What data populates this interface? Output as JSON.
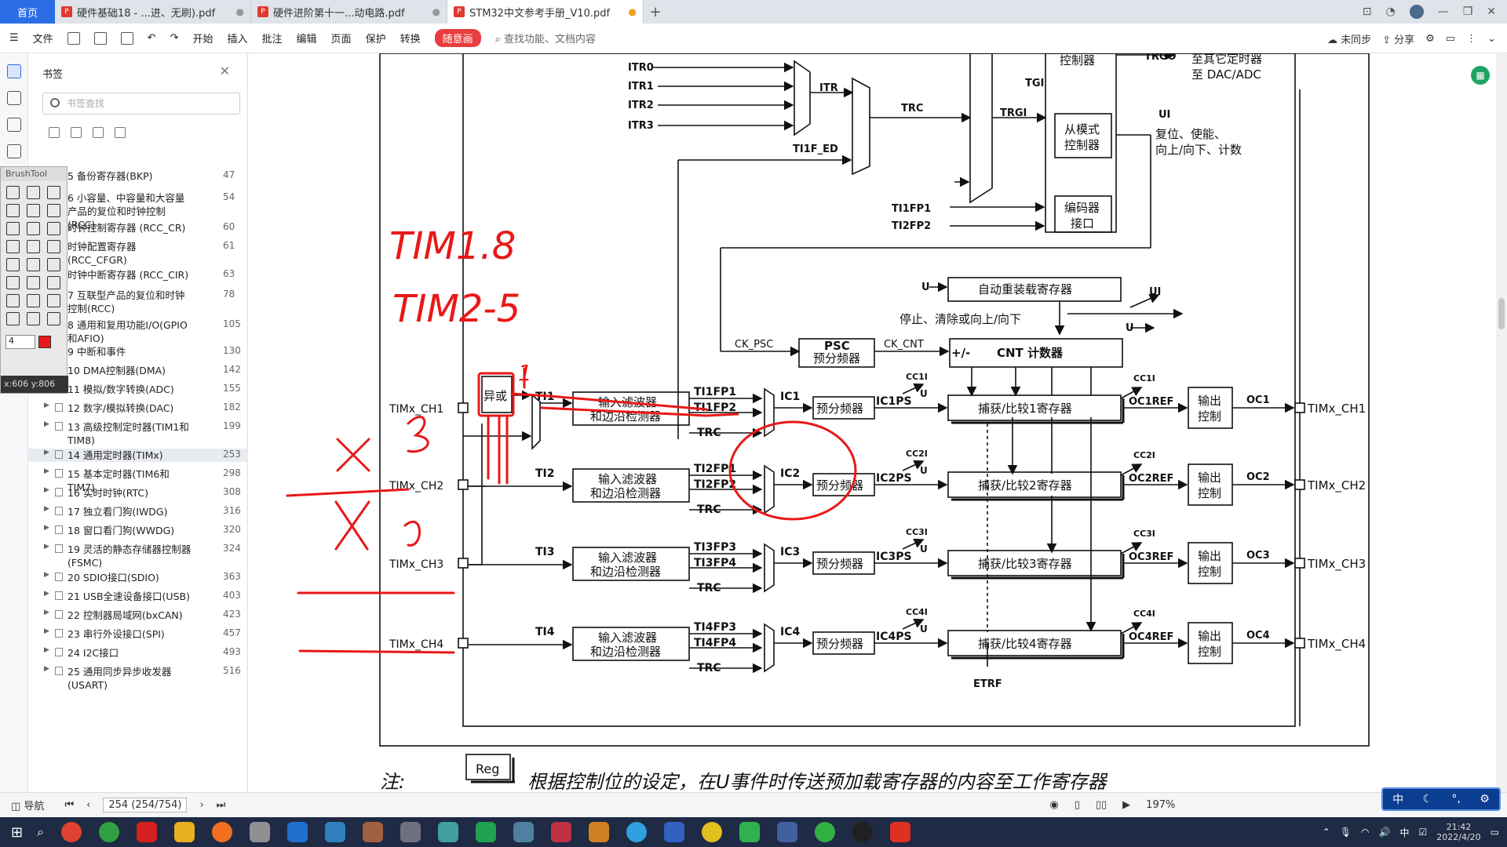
{
  "tabs": {
    "home": "首页",
    "items": [
      {
        "label": "硬件基础18 - ...进、无刷).pdf"
      },
      {
        "label": "硬件进阶第十一...动电路.pdf"
      },
      {
        "label": "STM32中文参考手册_V10.pdf"
      }
    ]
  },
  "toolbar": {
    "file": "文件",
    "menus": [
      "开始",
      "插入",
      "批注",
      "编辑",
      "页面",
      "保护",
      "转换"
    ],
    "special": "随意画",
    "search_placeholder": "查找功能、文档内容",
    "sync": "未同步",
    "share": "分享"
  },
  "sidebar": {
    "title": "书签",
    "search_placeholder": "书签查找",
    "items": [
      {
        "label": "5 备份寄存器(BKP)",
        "page": "47"
      },
      {
        "label": "6 小容量、中容量和大容量产品的复位和时钟控制(RCC)",
        "page": "54"
      },
      {
        "label": "时钟控制寄存器 (RCC_CR)",
        "page": "60"
      },
      {
        "label": "时钟配置寄存器 (RCC_CFGR)",
        "page": "61"
      },
      {
        "label": "时钟中断寄存器 (RCC_CIR)",
        "page": "63"
      },
      {
        "label": "7 互联型产品的复位和时钟控制(RCC)",
        "page": "78"
      },
      {
        "label": "8 通用和复用功能I/O(GPIO和AFIO)",
        "page": "105"
      },
      {
        "label": "9 中断和事件",
        "page": "130"
      },
      {
        "label": "10 DMA控制器(DMA)",
        "page": "142"
      },
      {
        "label": "11 模拟/数字转换(ADC)",
        "page": "155"
      },
      {
        "label": "12 数字/模拟转换(DAC)",
        "page": "182"
      },
      {
        "label": "13 高级控制定时器(TIM1和TIM8)",
        "page": "199"
      },
      {
        "label": "14 通用定时器(TIMx)",
        "page": "253"
      },
      {
        "label": "15 基本定时器(TIM6和TIM7)",
        "page": "298"
      },
      {
        "label": "16 实时时钟(RTC)",
        "page": "308"
      },
      {
        "label": "17 独立看门狗(IWDG)",
        "page": "316"
      },
      {
        "label": "18 窗口看门狗(WWDG)",
        "page": "320"
      },
      {
        "label": "19 灵活的静态存储器控制器(FSMC)",
        "page": "324"
      },
      {
        "label": "20 SDIO接口(SDIO)",
        "page": "363"
      },
      {
        "label": "21 USB全速设备接口(USB)",
        "page": "403"
      },
      {
        "label": "22 控制器局域网(bxCAN)",
        "page": "423"
      },
      {
        "label": "23 串行外设接口(SPI)",
        "page": "457"
      },
      {
        "label": "24 I2C接口",
        "page": "493"
      },
      {
        "label": "25 通用同步异步收发器(USART)",
        "page": "516"
      }
    ]
  },
  "brushtool": {
    "title": "BrushTool",
    "size": "4",
    "color": "#e81818",
    "coords": "x:606   y:806"
  },
  "diagram": {
    "itr": [
      "ITR0",
      "ITR1",
      "ITR2",
      "ITR3"
    ],
    "itr_label": "ITR",
    "trc": "TRC",
    "ti1f_ed": "TI1F_ED",
    "tgi": "TGI",
    "trgi": "TRGI",
    "ctrl": "控制器",
    "trgo": "TRGO",
    "to_other": "至其它定时器",
    "to_dac": "至 DAC/ADC",
    "slave": [
      "从模式",
      "控制器"
    ],
    "slave_desc": [
      "复位、使能、",
      "向上/向下、计数"
    ],
    "encoder": [
      "编码器",
      "接口"
    ],
    "ti1fp1": "TI1FP1",
    "ti2fp2": "TI2FP2",
    "u": "U",
    "auto_reload": "自动重装载寄存器",
    "ui": "UI",
    "stop_text": "停止、清除或向上/向下",
    "ck_psc": "CK_PSC",
    "psc": [
      "PSC",
      "预分频器"
    ],
    "ck_cnt": "CK_CNT",
    "cnt": "CNT 计数器",
    "pm": "+/-",
    "xor": "异或",
    "etrf": "ETRF",
    "filter": [
      "输入滤波器",
      "和边沿检测器"
    ],
    "prescaler": "预分频器",
    "out_ctrl": [
      "输出",
      "控制"
    ],
    "channels": [
      {
        "pin": "TIMx_CH1",
        "ti": "TI1",
        "fp_a": "TI1FP1",
        "fp_b": "TI1FP2",
        "ic": "IC1",
        "icps": "IC1PS",
        "cci": "CC1I",
        "cci2": "CC1I",
        "cap": "捕获/比较1寄存器",
        "ref": "OC1REF",
        "oc": "OC1",
        "out": "TIMx_CH1"
      },
      {
        "pin": "TIMx_CH2",
        "ti": "TI2",
        "fp_a": "TI2FP1",
        "fp_b": "TI2FP2",
        "ic": "IC2",
        "icps": "IC2PS",
        "cci": "CC2I",
        "cci2": "CC2I",
        "cap": "捕获/比较2寄存器",
        "ref": "OC2REF",
        "oc": "OC2",
        "out": "TIMx_CH2"
      },
      {
        "pin": "TIMx_CH3",
        "ti": "TI3",
        "fp_a": "TI3FP3",
        "fp_b": "TI3FP4",
        "ic": "IC3",
        "icps": "IC3PS",
        "cci": "CC3I",
        "cci2": "CC3I",
        "cap": "捕获/比较3寄存器",
        "ref": "OC3REF",
        "oc": "OC3",
        "out": "TIMx_CH3"
      },
      {
        "pin": "TIMx_CH4",
        "ti": "TI4",
        "fp_a": "TI4FP3",
        "fp_b": "TI4FP4",
        "ic": "IC4",
        "icps": "IC4PS",
        "cci": "CC4I",
        "cci2": "CC4I",
        "cap": "捕获/比较4寄存器",
        "ref": "OC4REF",
        "oc": "OC4",
        "out": "TIMx_CH4"
      }
    ],
    "note": "注:",
    "reg": "Reg",
    "note_text": "根据控制位的设定，在U事件时传送预加载寄存器的内容至工作寄存器"
  },
  "annotations": {
    "tim18": "TIM1.8",
    "tim25": "TIM2-5",
    "xor_num": "1"
  },
  "status": {
    "nav": "导航",
    "page": "254 (254/754)",
    "zoom": "197%"
  },
  "ime": {
    "mode": "中"
  },
  "clock": {
    "time": "21:42",
    "date": "2022/4/20"
  },
  "tray": {
    "lang": "中"
  }
}
